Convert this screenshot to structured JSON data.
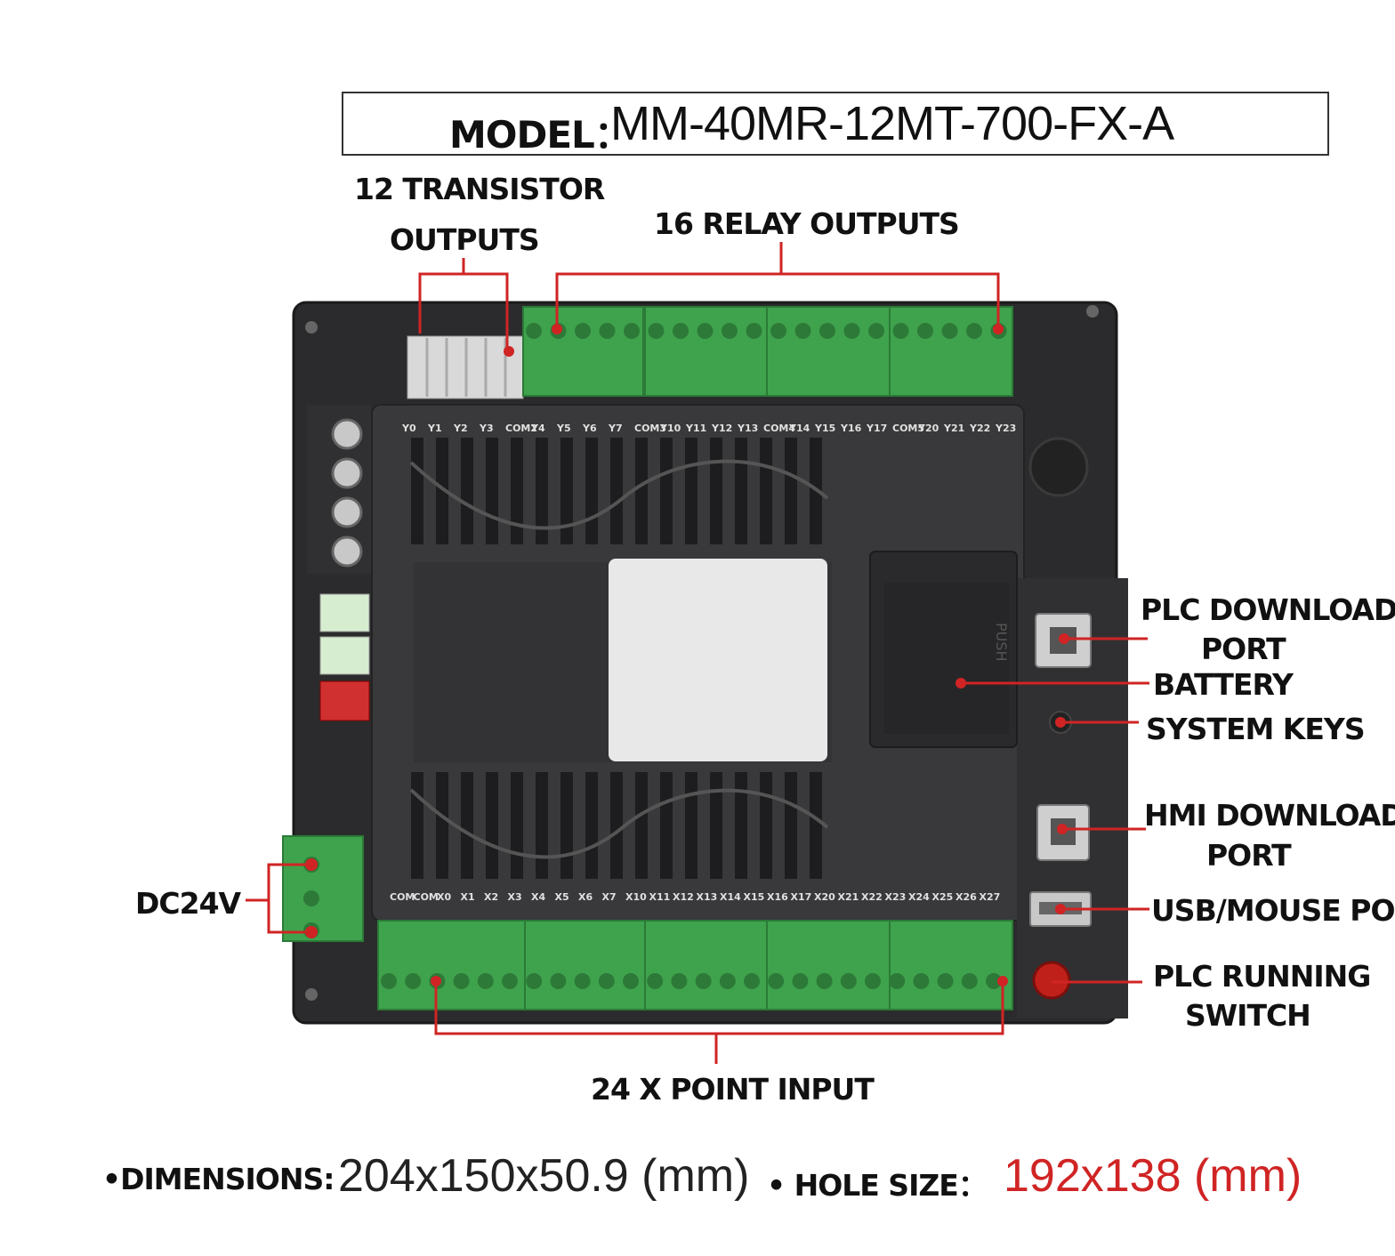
{
  "model": {
    "label": "MODEL：",
    "value": "MM-40MR-12MT-700-FX-A"
  },
  "callouts": {
    "transistor_outputs": [
      "12 TRANSISTOR",
      "OUTPUTS"
    ],
    "relay_outputs": "16 RELAY OUTPUTS",
    "dc24v": "DC24V",
    "x_point_input": "24 X POINT INPUT",
    "plc_download_port": [
      "PLC DOWNLOAD",
      "PORT"
    ],
    "battery": "BATTERY",
    "system_keys": "SYSTEM KEYS",
    "hmi_download_port": [
      "HMI DOWNLOAD",
      "PORT"
    ],
    "usb_mouse_port": "USB/MOUSE PORT",
    "plc_running_switch": [
      "PLC RUNNING",
      "SWITCH"
    ]
  },
  "top_terminals": [
    "Y0",
    "Y1",
    "Y2",
    "Y3",
    "COM2",
    "Y4",
    "Y5",
    "Y6",
    "Y7",
    "COM3",
    "Y10",
    "Y11",
    "Y12",
    "Y13",
    "COM4",
    "Y14",
    "Y15",
    "Y16",
    "Y17",
    "COM5",
    "Y20",
    "Y21",
    "Y22",
    "Y23"
  ],
  "bottom_terminals": [
    "COM",
    "COM",
    "X0",
    "X1",
    "X2",
    "X3",
    "X4",
    "X5",
    "X6",
    "X7",
    "X10",
    "X11",
    "X12",
    "X13",
    "X14",
    "X15",
    "X16",
    "X17",
    "X20",
    "X21",
    "X22",
    "X23",
    "X24",
    "X25",
    "X26",
    "X27"
  ],
  "footer": {
    "dimensions_label": "•DIMENSIONS:",
    "dimensions_value": "204x150x50.9 (mm)",
    "hole_label": "• HOLE SIZE：",
    "hole_value": "192x138 (mm)"
  },
  "colors": {
    "accent_red": "#d02424",
    "terminal_green": "#3fa34d",
    "housing": "#2e2e30"
  }
}
